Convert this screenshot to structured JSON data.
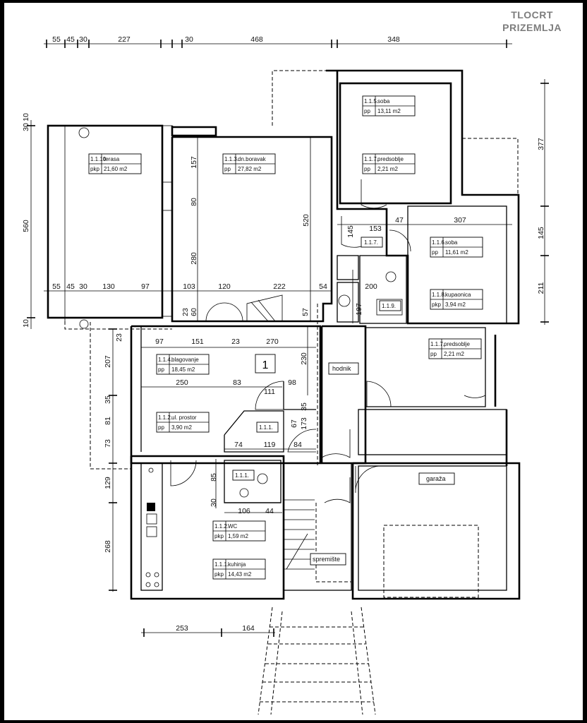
{
  "title": {
    "line1": "TLOCRT",
    "line2": "PRIZEMLJA"
  },
  "rooms": [
    {
      "code": "1.1.10",
      "name": "terasa",
      "area_label": "pkp",
      "area": "21,60 m2"
    },
    {
      "code": "1.1.3.",
      "name": "dn.boravak",
      "area_label": "pp",
      "area": "27,82 m2"
    },
    {
      "code": "1.1.5.",
      "name": "soba",
      "area_label": "pp",
      "area": "13,11 m2"
    },
    {
      "code": "1.1.7.",
      "name": "predsoblje",
      "area_label": "pp",
      "area": "2,21 m2"
    },
    {
      "code": "1.1.6.",
      "name": "soba",
      "area_label": "pp",
      "area": "11,61 m2"
    },
    {
      "code": "1.1.8.",
      "name": "kupaonica",
      "area_label": "pkp",
      "area": "3,94 m2"
    },
    {
      "code": "1.1.7.",
      "name": "predsoblje",
      "area_label": "pp",
      "area": "2,21 m2"
    },
    {
      "code": "1.1.4.",
      "name": "blagovanje",
      "area_label": "pp",
      "area": "18,45 m2"
    },
    {
      "code": "1.1.2.",
      "name": "ul. prostor",
      "area_label": "pp",
      "area": "3,90 m2"
    },
    {
      "code": "1.1.2.",
      "name": "WC",
      "area_label": "pkp",
      "area": "1,59 m2"
    },
    {
      "code": "1.1.1.",
      "name": "kuhinja",
      "area_label": "pkp",
      "area": "14,43 m2"
    }
  ],
  "small_labels": [
    "1.1.7.",
    "1.1.9.",
    "1.1.1.",
    "1.1.1."
  ],
  "names": {
    "hodnik": "hodnik",
    "garaza": "garaža",
    "spremiste": "spremište"
  },
  "marker": "1",
  "dims_top": [
    "55",
    "45",
    "30",
    "227",
    "30",
    "468",
    "348"
  ],
  "dims_inner": [
    "55",
    "45",
    "30",
    "130",
    "97",
    "103",
    "120",
    "222",
    "54"
  ],
  "dims_misc": [
    "157",
    "80",
    "280",
    "520",
    "145",
    "153",
    "47",
    "307",
    "200",
    "197",
    "57",
    "23",
    "60",
    "97",
    "151",
    "23",
    "270",
    "230",
    "250",
    "83",
    "111",
    "98",
    "35",
    "67",
    "173",
    "74",
    "119",
    "84",
    "85",
    "30",
    "106",
    "44"
  ],
  "dims_left": [
    "30",
    "10",
    "560",
    "10",
    "207",
    "23",
    "35",
    "81",
    "73",
    "129",
    "268"
  ],
  "dims_right": [
    "377",
    "145",
    "211"
  ],
  "dims_bottom": [
    "253",
    "164"
  ]
}
